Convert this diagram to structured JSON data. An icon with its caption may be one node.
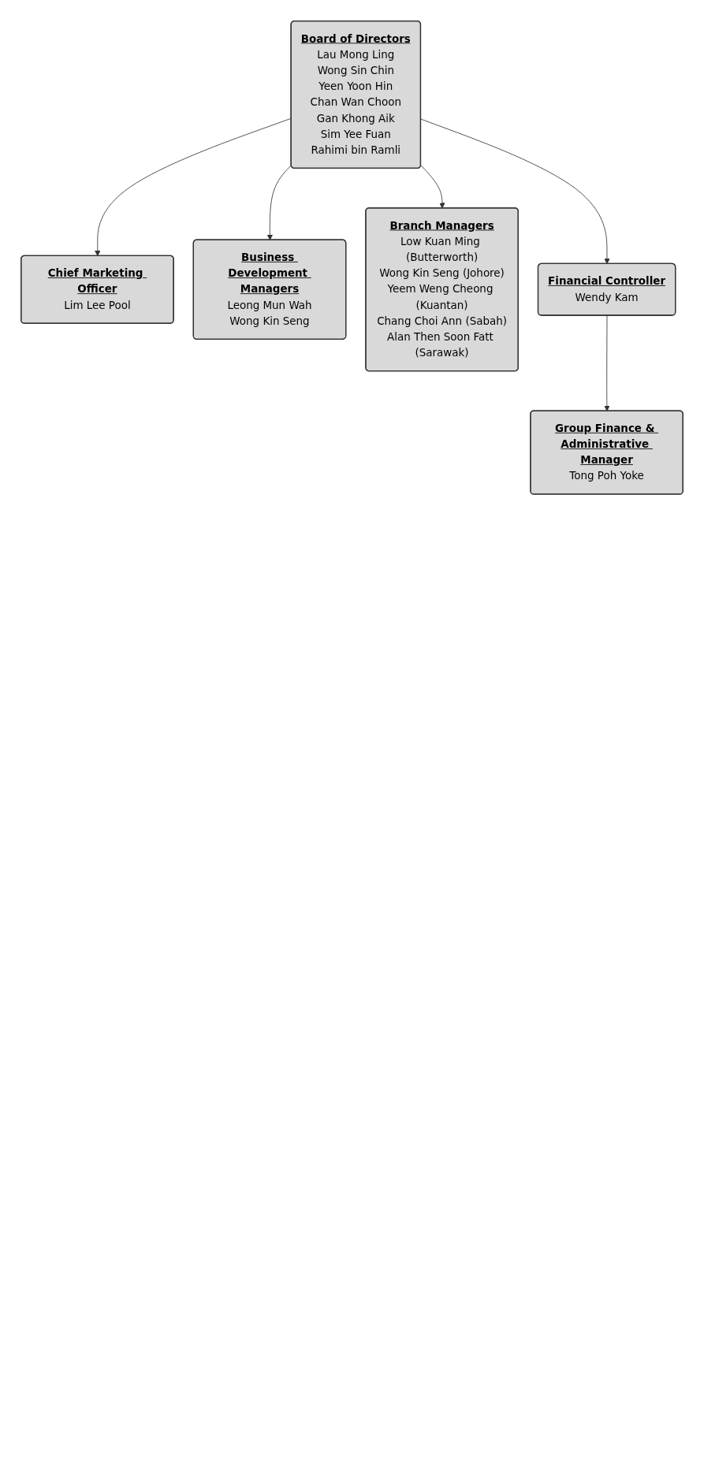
{
  "diagram": {
    "nodes": [
      {
        "text": [
          "Board of Directors",
          "Lau Mong Ling",
          "Wong Sin Chin",
          "Yeen Yoon Hin",
          "Chan Wan Choon",
          "Gan Khong Aik",
          "Sim Yee Fuan",
          "Rahimi bin Ramli"
        ]
      },
      {
        "text": [
          "Chief Marketing Officer",
          "Lim Lee Pool"
        ]
      },
      {
        "text": [
          "Business Development Managers",
          "Leong Mun Wah",
          "Wong Kin Seng"
        ]
      },
      {
        "text": [
          "Branch Managers",
          "Low Kuan Ming (Butterworth)",
          "Wong Kin Seng (Johore)",
          "Yeem Weng Cheong (Kuantan)",
          "Chang Choi Ann (Sabah)",
          "Alan Then Soon Fatt (Sarawak)"
        ]
      },
      {
        "text": [
          "Financial Controller",
          "Wendy Kam"
        ]
      },
      {
        "text": [
          "Group Finance & Administrative Manager",
          "Tong Poh Yoke"
        ]
      }
    ],
    "edges": [
      {
        "from": 0,
        "to": 1,
        "arrow": "to"
      },
      {
        "from": 0,
        "to": 2,
        "arrow": "to"
      },
      {
        "from": 0,
        "to": 3,
        "arrow": "to"
      },
      {
        "from": 0,
        "to": 4,
        "arrow": "to"
      },
      {
        "from": 4,
        "to": 5,
        "arrow": "to"
      }
    ]
  }
}
